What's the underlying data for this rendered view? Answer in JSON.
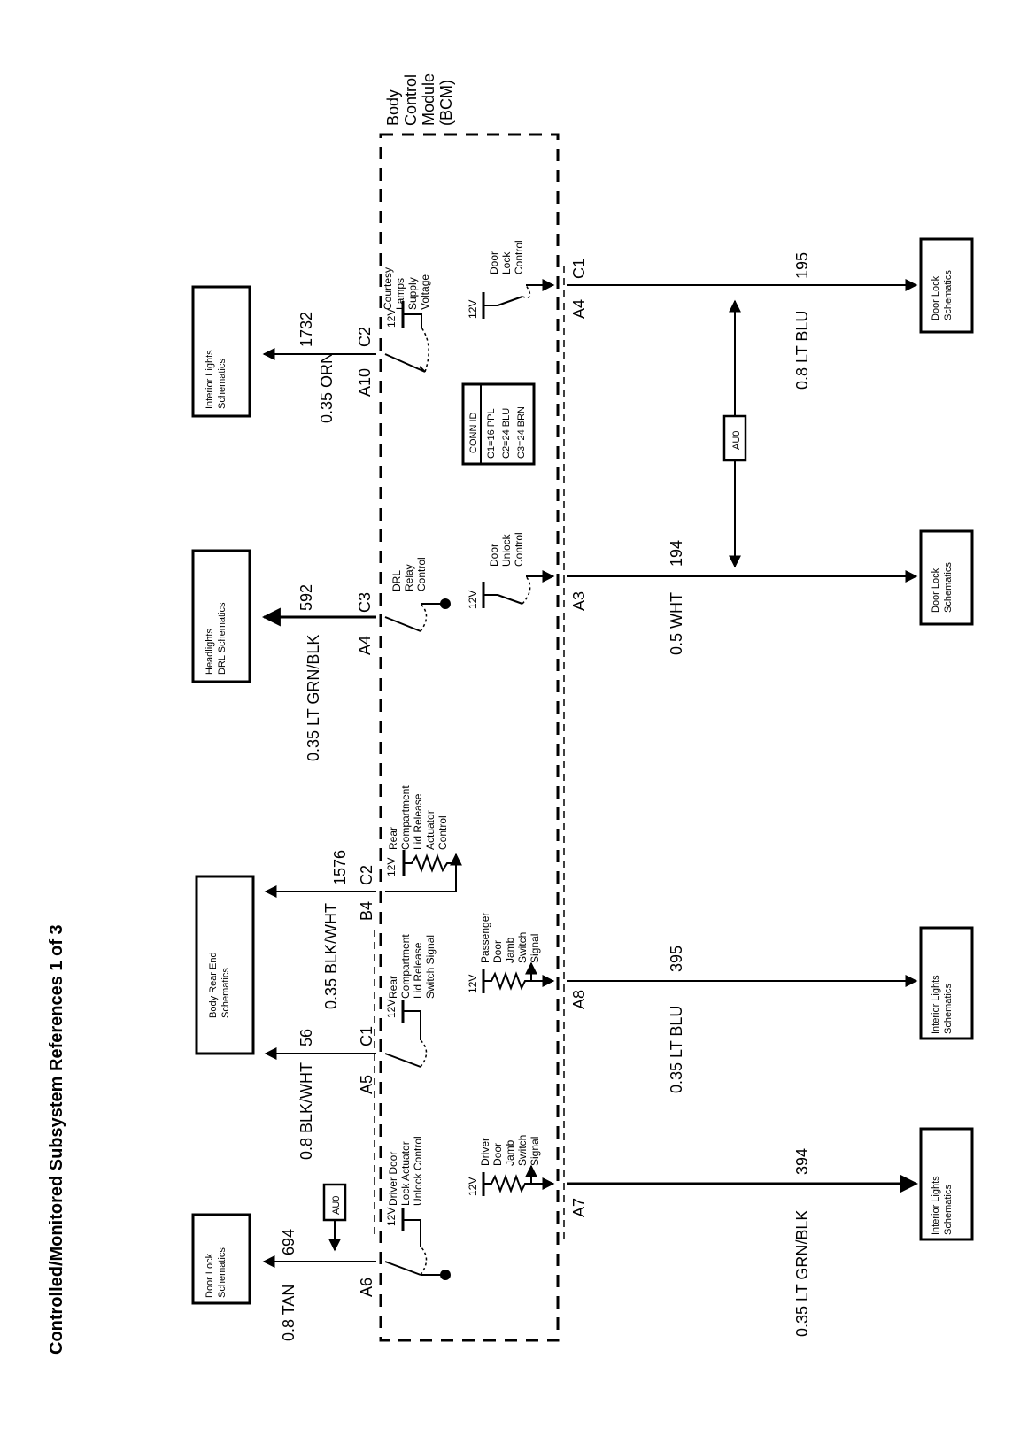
{
  "title": "Controlled/Monitored Subsystem References 1 of 3",
  "module": {
    "name_lines": [
      "Body",
      "Control",
      "Module",
      "(BCM)"
    ]
  },
  "conn_id": {
    "header": "CONN ID",
    "rows": [
      "C1=16 PPL",
      "C2=24 BLU",
      "C3=24 BRN"
    ]
  },
  "optional_code": "AU0",
  "supply_label": "12V",
  "destinations": {
    "interior_lights_top": [
      "Interior Lights",
      "Schematics"
    ],
    "headlights_drl": [
      "Headlights",
      "DRL Schematics"
    ],
    "body_rear_end": [
      "Body Rear End",
      "Schematics"
    ],
    "door_lock_top": [
      "Door Lock",
      "Schematics"
    ],
    "door_lock_right_1": [
      "Door Lock",
      "Schematics"
    ],
    "door_lock_right_2": [
      "Door Lock",
      "Schematics"
    ],
    "interior_lights_right_1": [
      "Interior Lights",
      "Schematics"
    ],
    "interior_lights_right_2": [
      "Interior Lights",
      "Schematics"
    ]
  },
  "circuits": [
    {
      "id": "courtesy",
      "wire": "0.35 ORN",
      "circuit": "1732",
      "pin": "A10",
      "connector": "C2",
      "function": [
        "Courtesy",
        "Lamps",
        "Supply",
        "Voltage"
      ]
    },
    {
      "id": "drl",
      "wire": "0.35 LT GRN/BLK",
      "circuit": "592",
      "pin": "A4",
      "connector": "C3",
      "function": [
        "DRL",
        "Relay",
        "Control"
      ]
    },
    {
      "id": "rear_lid_actuator",
      "wire": "0.35 BLK/WHT",
      "circuit": "1576",
      "pin": "B4",
      "connector": "C2",
      "function": [
        "Rear",
        "Compartment",
        "Lid Release",
        "Actuator",
        "Control"
      ]
    },
    {
      "id": "rear_lid_switch",
      "wire": "0.8 BLK/WHT",
      "circuit": "56",
      "pin": "A5",
      "connector": "C1",
      "function": [
        "Rear",
        "Compartment",
        "Lid Release",
        "Switch Signal"
      ]
    },
    {
      "id": "driver_unlock",
      "wire": "0.8 TAN",
      "circuit": "694",
      "pin": "A6",
      "connector": "",
      "function": [
        "Driver Door",
        "Lock Actuator",
        "Unlock Control"
      ]
    },
    {
      "id": "door_lock",
      "wire": "0.8 LT BLU",
      "circuit": "195",
      "pin": "A4",
      "connector": "C1",
      "function": [
        "Door",
        "Lock",
        "Control"
      ]
    },
    {
      "id": "door_unlock",
      "wire": "0.5 WHT",
      "circuit": "194",
      "pin": "A3",
      "connector": "",
      "function": [
        "Door",
        "Unlock",
        "Control"
      ]
    },
    {
      "id": "passenger_jamb",
      "wire": "0.35 LT BLU",
      "circuit": "395",
      "pin": "A8",
      "connector": "",
      "function": [
        "Passenger",
        "Door",
        "Jamb",
        "Switch",
        "Signal"
      ]
    },
    {
      "id": "driver_jamb",
      "wire": "0.35 LT GRN/BLK",
      "circuit": "394",
      "pin": "A7",
      "connector": "",
      "function": [
        "Driver",
        "Door",
        "Jamb",
        "Switch",
        "Signal"
      ]
    }
  ]
}
